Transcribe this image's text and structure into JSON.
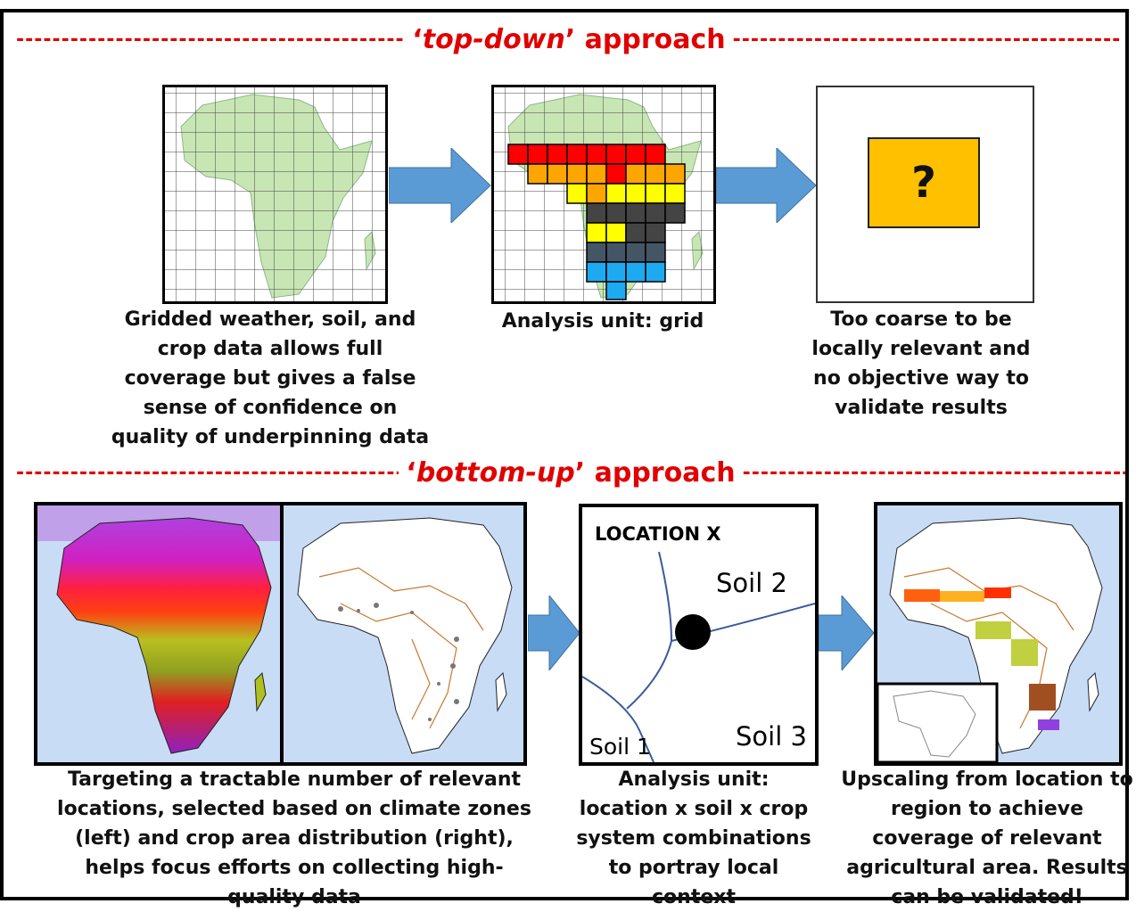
{
  "top": {
    "header": {
      "quote_open": "‘",
      "emph": "top-down",
      "quote_close": "’",
      "label": "approach"
    },
    "captions": {
      "gridded": "Gridded weather, soil, and crop data allows full coverage but gives a false sense of confidence on quality of underpinning data",
      "grid": "Analysis unit: grid",
      "coarse": "Too coarse to be locally relevant and no objective way to validate results"
    },
    "question_mark": "?"
  },
  "bottom": {
    "header": {
      "quote_open": "‘",
      "emph": "bottom-up",
      "quote_close": "’",
      "label": "approach"
    },
    "location_box": {
      "title": "LOCATION X",
      "soil1": "Soil 1",
      "soil2": "Soil 2",
      "soil3": "Soil 3"
    },
    "captions": {
      "targeting": "Targeting a tractable number of relevant locations, selected based on climate zones (left) and crop area distribution (right), helps focus efforts on collecting high-quality data",
      "location": "Analysis unit: location x soil x crop system combinations to portray local context",
      "upscaling": "Upscaling from location to region to achieve coverage of relevant agricultural area. Results can be validated!"
    }
  },
  "colors": {
    "header_red": "#e00000",
    "arrow_blue": "#5b9bd5",
    "land_green": "#c8e6b4",
    "ocean_blue": "#c9dcf5",
    "question_box": "#ffc000"
  }
}
